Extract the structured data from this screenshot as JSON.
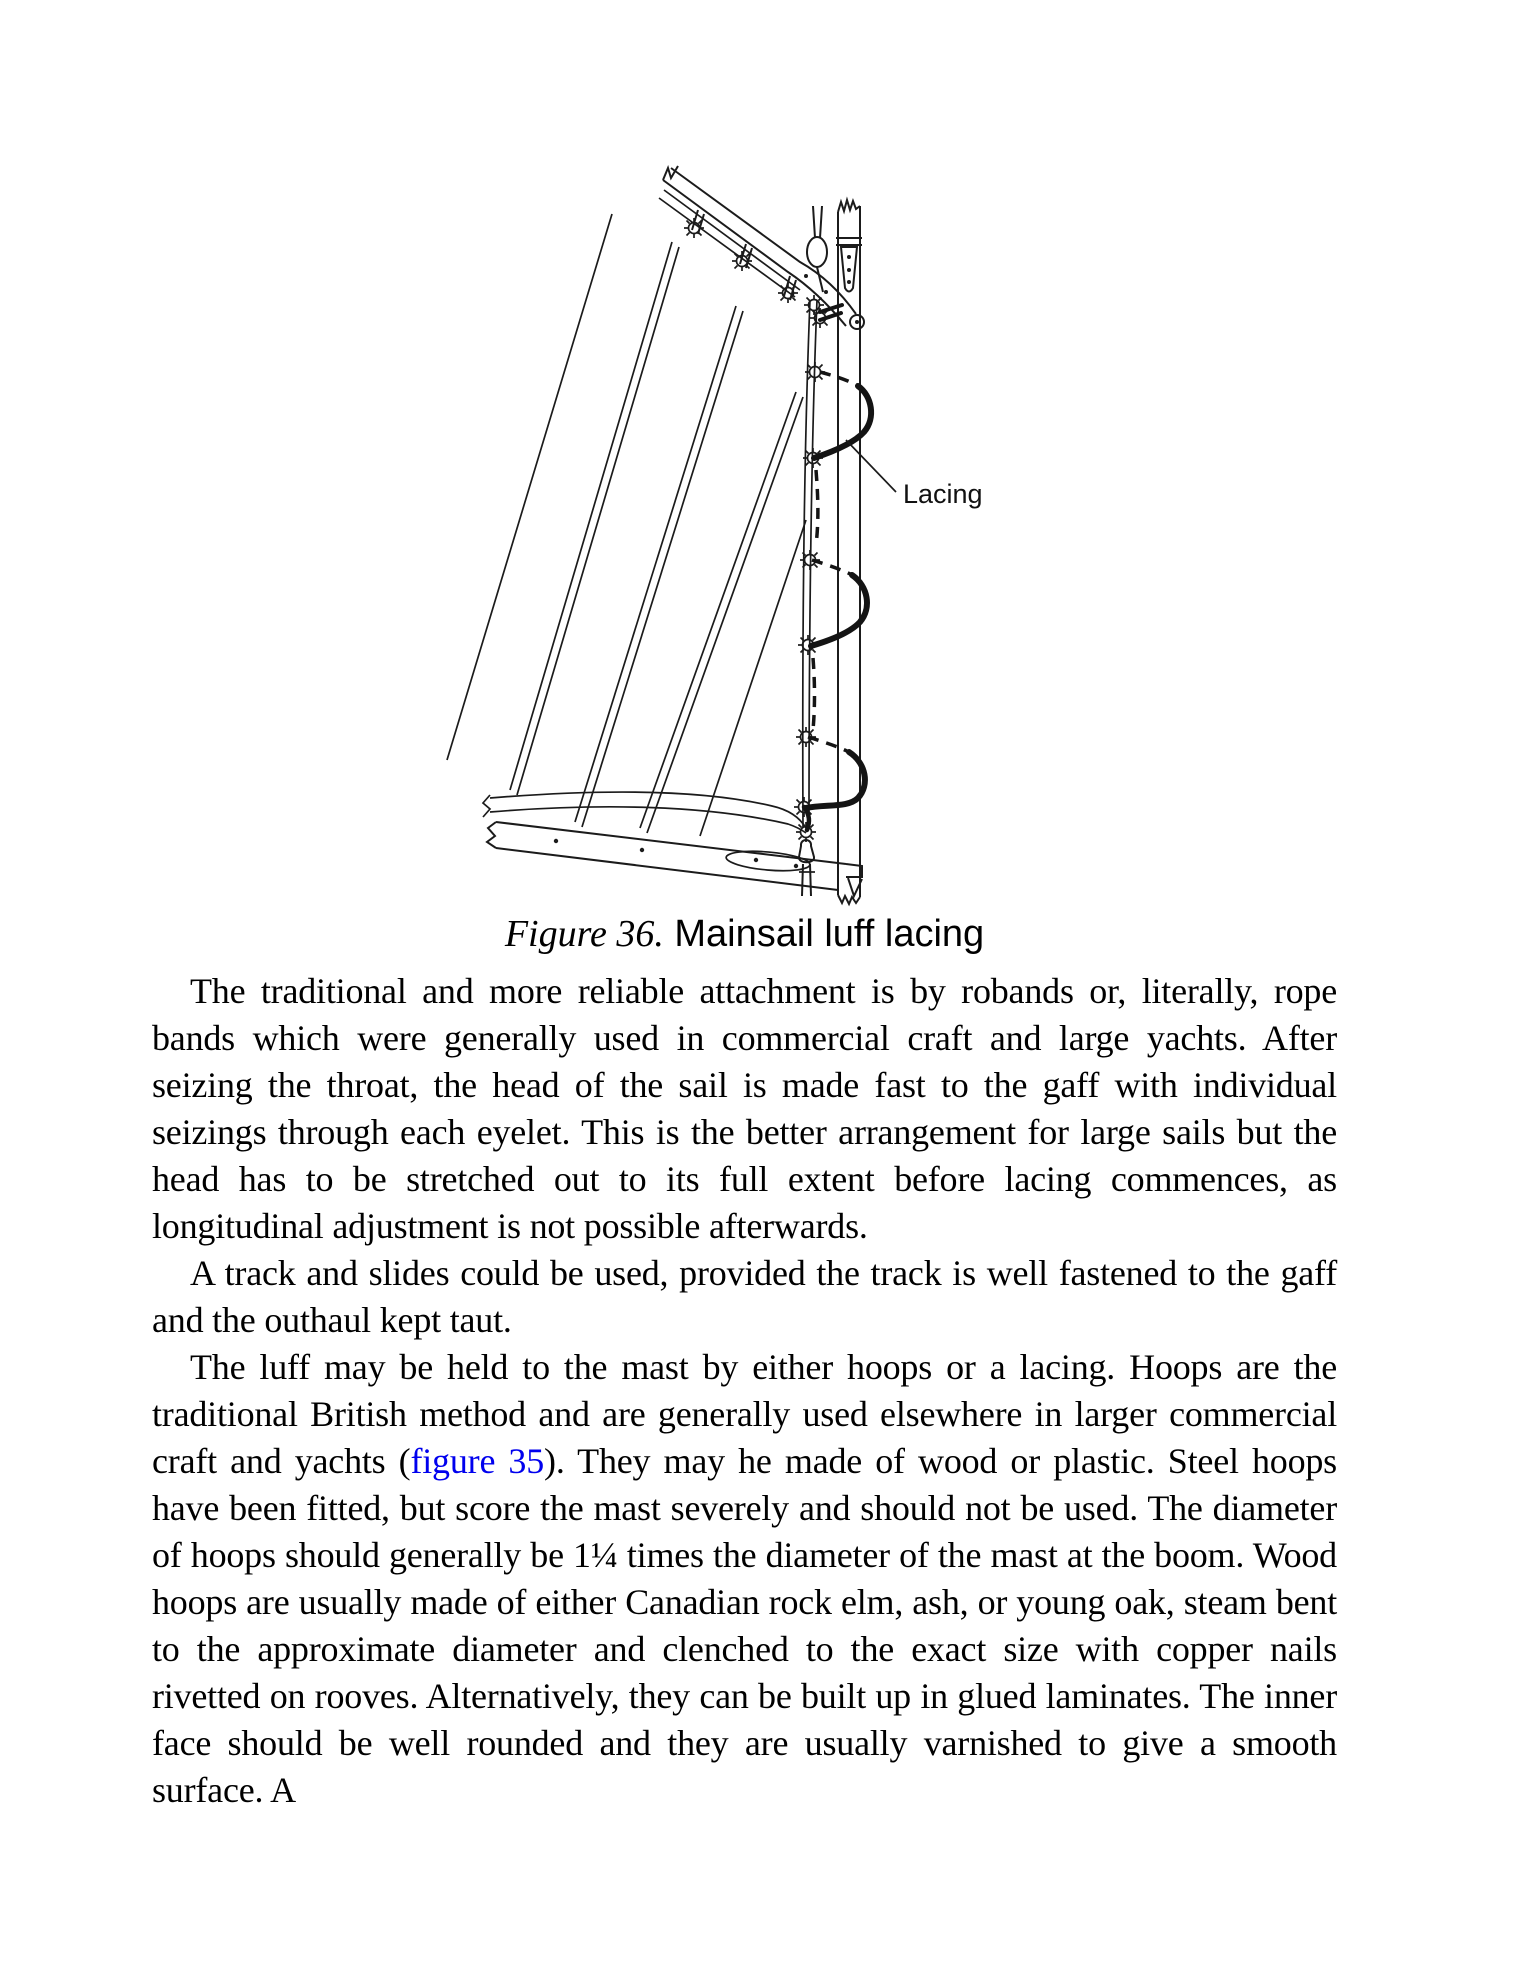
{
  "page": {
    "background": "#ffffff",
    "text_color": "#000000"
  },
  "figure": {
    "label": "Lacing",
    "caption": {
      "prefix": "Figure 36.",
      "title": " Mainsail luff lacing"
    }
  },
  "article": {
    "link_color": "#0000EE",
    "p1": "The traditional and more reliable attachment is by robands or, literally, rope bands which were generally used in commercial craft and large yachts. After seizing the throat, the head of the sail is made fast to the gaff with individual seizings through each eyelet. This is the better arrangement for large sails but the head has to be stretched out to its full extent before lacing commences, as longitudinal adjustment is not possible afterwards.",
    "p2": "A track and slides could be used, provided the track is well fastened to the gaff and the outhaul kept taut.",
    "p3_before": "The luff may be held to the mast by either hoops or a lacing. Hoops are the traditional British method and are generally used elsewhere in larger commercial craft and yachts (",
    "p3_link": "figure 35",
    "p3_after": "). They may he made of wood or plastic. Steel hoops have been fitted, but score the mast severely and should not be used. The diameter of hoops should generally be 1¼ times the diameter of the mast at the boom. Wood hoops are usually made of either Canadian rock elm, ash, or young oak, steam bent to the approximate diameter and clenched to the exact size with copper nails rivetted on rooves. Alternatively, they can be built up in glued laminates. The inner face should be well rounded and they are usually varnished to give a smooth surface. A"
  }
}
